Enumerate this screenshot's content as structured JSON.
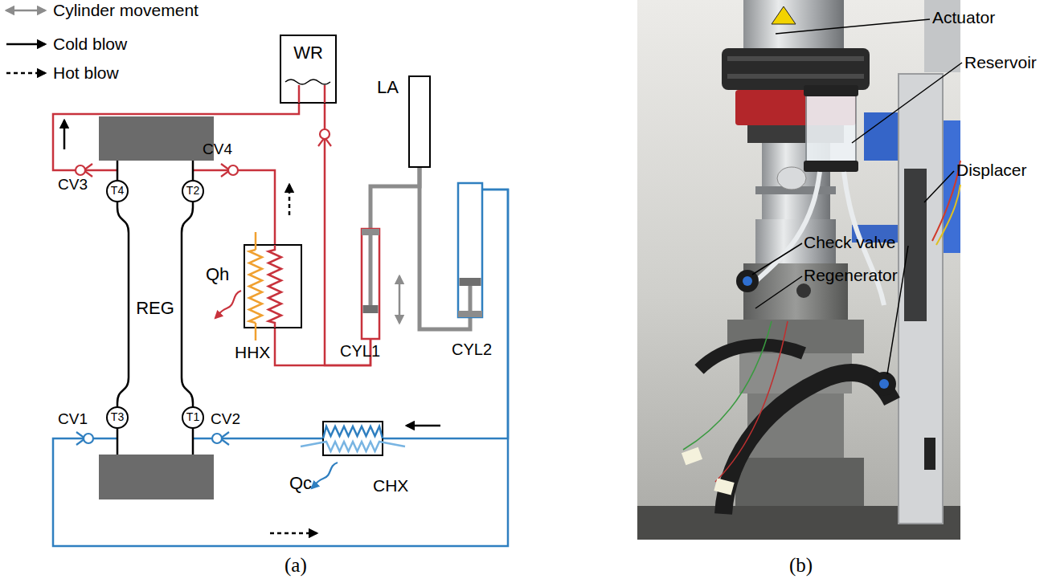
{
  "diagram": {
    "nodes": [
      {
        "text": [
          "WR"
        ]
      },
      {
        "text": [
          "LA"
        ]
      },
      {
        "text": [
          "T4"
        ]
      },
      {
        "text": [
          "T2"
        ]
      },
      {
        "text": [
          "HHX"
        ]
      },
      {
        "text": [
          "REG"
        ]
      },
      {
        "text": [
          "CYL1"
        ]
      },
      {
        "text": [
          "CYL2"
        ]
      },
      {
        "text": [
          "T3"
        ]
      },
      {
        "text": [
          "T1"
        ]
      },
      {
        "text": [
          "CHX"
        ]
      }
    ],
    "edges": [
      {
        "from": 5,
        "to": 0,
        "arrow": "none"
      },
      {
        "from": 5,
        "to": 4,
        "arrow": "none"
      },
      {
        "from": 0,
        "to": 6,
        "arrow": "none"
      },
      {
        "from": 4,
        "to": 6,
        "arrow": "none"
      },
      {
        "from": 1,
        "to": 6,
        "arrow": "none"
      },
      {
        "from": 1,
        "to": 7,
        "arrow": "none"
      },
      {
        "from": 7,
        "to": 10,
        "arrow": "none"
      },
      {
        "from": 10,
        "to": 5,
        "arrow": "none"
      },
      {
        "from": 5,
        "to": 7,
        "arrow": "none"
      }
    ],
    "labels": [
      "CV3",
      "CV4",
      "Qh",
      "CV1",
      "CV2",
      "Qc",
      "(a)",
      "Actuator",
      "Reservoir",
      "Displacer",
      "Check valve",
      "Regenerator",
      "(b)"
    ],
    "legend": [
      {
        "text": "Cylinder movement"
      },
      {
        "text": "Cold blow"
      },
      {
        "text": "Hot blow"
      }
    ]
  }
}
